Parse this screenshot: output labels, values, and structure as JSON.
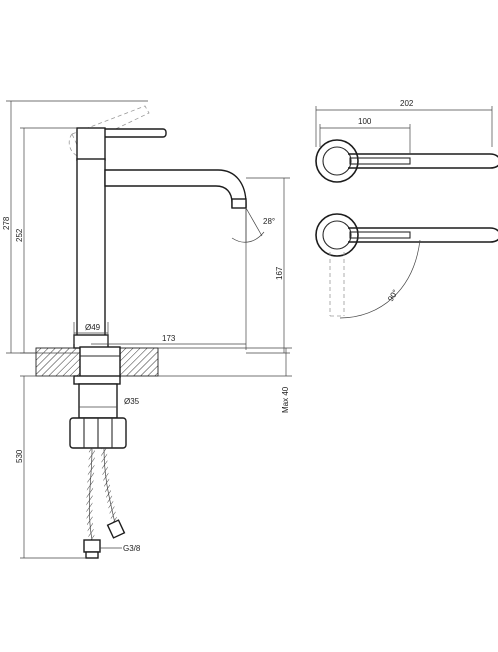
{
  "dimensions": {
    "total_height": "278",
    "body_height": "252",
    "spout_height": "167",
    "base_diameter": "Ø49",
    "spout_reach": "173",
    "spout_angle": "28°",
    "lever_length": "202",
    "lever_inner": "100",
    "rotation_angle": "90°",
    "thread_diameter": "Ø35",
    "max_thickness": "Max 40",
    "hose_length": "530",
    "connection": "G3/8"
  },
  "colors": {
    "line": "#1c1c1c",
    "dimension": "#444444",
    "hatch": "#333333",
    "background": "#ffffff"
  }
}
